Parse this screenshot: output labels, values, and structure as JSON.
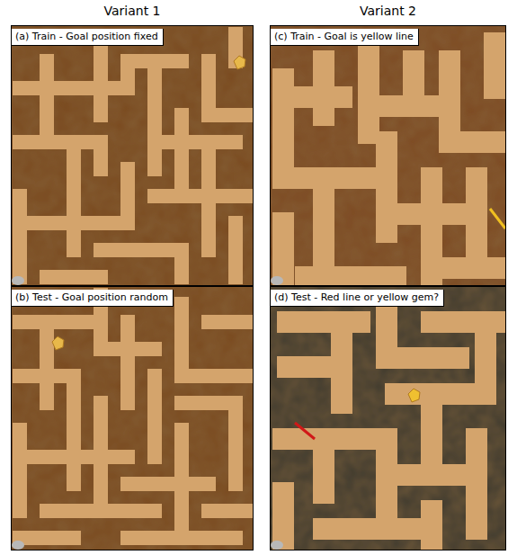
{
  "diagram": {
    "nodes": [
      {
        "text": [
          "(a) Train - Goal position fixed"
        ]
      },
      {
        "text": [
          "(b) Test - Goal position random"
        ]
      },
      {
        "text": [
          "(c) Train - Goal is yellow line"
        ]
      },
      {
        "text": [
          "(d) Test - Red line or yellow gem?"
        ]
      }
    ],
    "labels": [
      "Variant 1",
      "Variant 2"
    ]
  }
}
